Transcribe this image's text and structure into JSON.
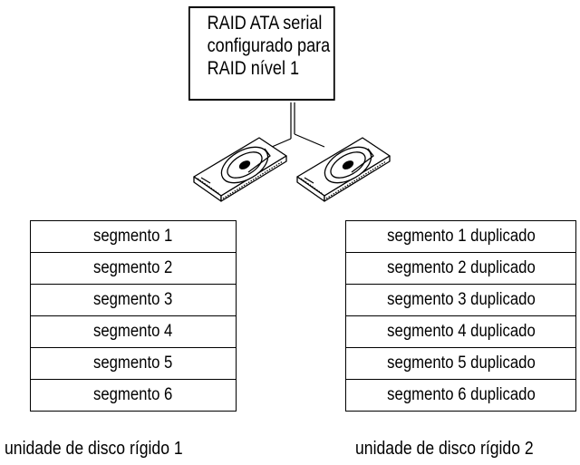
{
  "controller": {
    "lines": [
      "RAID ATA serial",
      "configurado para",
      "RAID nível 1"
    ]
  },
  "disk1": {
    "segments": [
      "segmento 1",
      "segmento 2",
      "segmento 3",
      "segmento 4",
      "segmento 5",
      "segmento 6"
    ],
    "label": "unidade de disco rígido 1"
  },
  "disk2": {
    "segments": [
      "segmento 1 duplicado",
      "segmento 2 duplicado",
      "segmento 3 duplicado",
      "segmento 4 duplicado",
      "segmento 5 duplicado",
      "segmento 6 duplicado"
    ],
    "label": "unidade de disco rígido 2"
  },
  "icons": [
    "hard-drive-icon",
    "hard-drive-icon"
  ]
}
